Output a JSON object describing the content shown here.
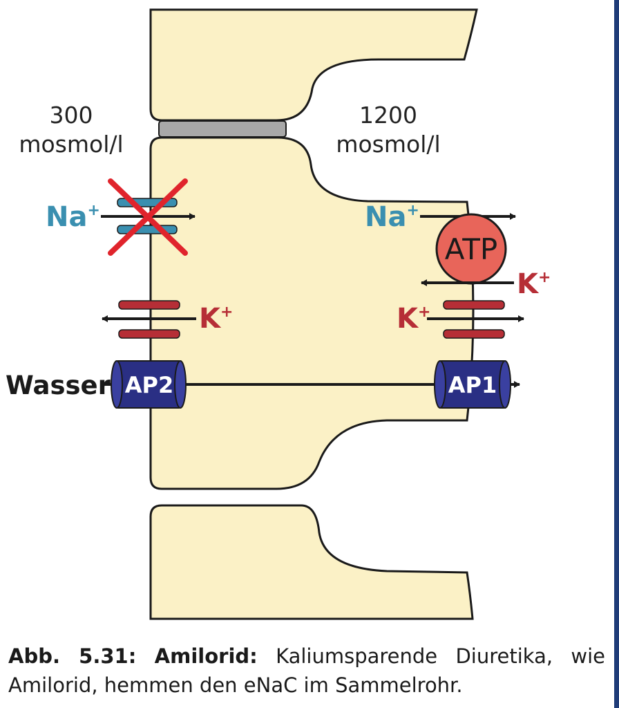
{
  "osmolarity_left": {
    "value": "300",
    "unit": "mosmol/l"
  },
  "osmolarity_right": {
    "value": "1200",
    "unit": "mosmol/l"
  },
  "ions": {
    "na_left": "Na",
    "na_right": "Na",
    "k_left": "K",
    "k_right_pump": "K",
    "k_right_channel": "K",
    "plus": "+"
  },
  "pump_label": "ATP",
  "aquaporins": {
    "basolateral": "AP2",
    "apical": "AP1"
  },
  "water_label": "Wasser",
  "caption": {
    "figure_number": "Abb. 5.31:",
    "drug_name": "Amilorid:",
    "text": "Kaliumsparende Diuretika, wie Amilorid, hemmen den eNaC im Sammelrohr."
  },
  "colors": {
    "cell_fill": "#fbf1c6",
    "outline": "#1a1a1a",
    "tight_junction": "#a8a8a8",
    "na_blue": "#3a8fb0",
    "k_red": "#b62e36",
    "atp_fill": "#e8655a",
    "aquaporin": "#2a2f84",
    "block_cross": "#e0242c",
    "accent_rule": "#1f3c78"
  }
}
